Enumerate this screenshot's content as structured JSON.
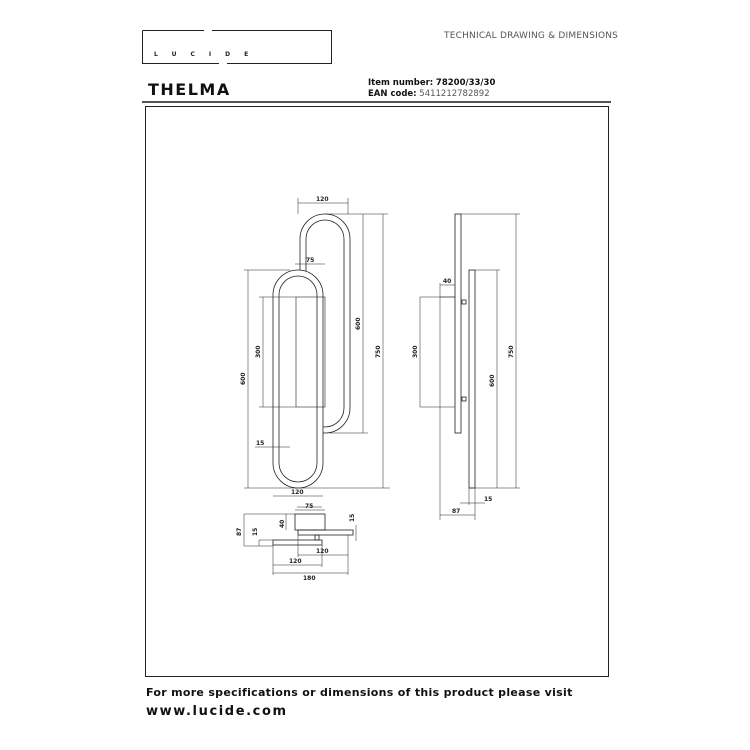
{
  "brand": {
    "logo_text": "LUCIDE"
  },
  "header": {
    "doc_type": "TECHNICAL DRAWING & DIMENSIONS",
    "product_name": "THELMA",
    "item_label": "Item number:",
    "item_value": "78200/33/30",
    "ean_label": "EAN code:",
    "ean_value": "5411212782892"
  },
  "dims": {
    "front": {
      "top_width": "120",
      "backplate_width": "75",
      "left_height": "600",
      "backplate_height": "300",
      "back_height": "600",
      "total_height": "750",
      "thickness": "15",
      "bottom_width": "120"
    },
    "side": {
      "depth_top": "40",
      "backplate_height": "300",
      "height_600": "600",
      "total_height": "750",
      "thickness": "15",
      "depth": "87"
    },
    "bottom": {
      "box_width": "75",
      "box_depth": "40",
      "total_depth": "87",
      "depth_15": "15",
      "right_15": "15",
      "w1": "120",
      "w2": "120",
      "w3": "180"
    }
  },
  "footer": {
    "line1": "For more specifications or dimensions of this product please visit",
    "url": "www.lucide.com"
  }
}
